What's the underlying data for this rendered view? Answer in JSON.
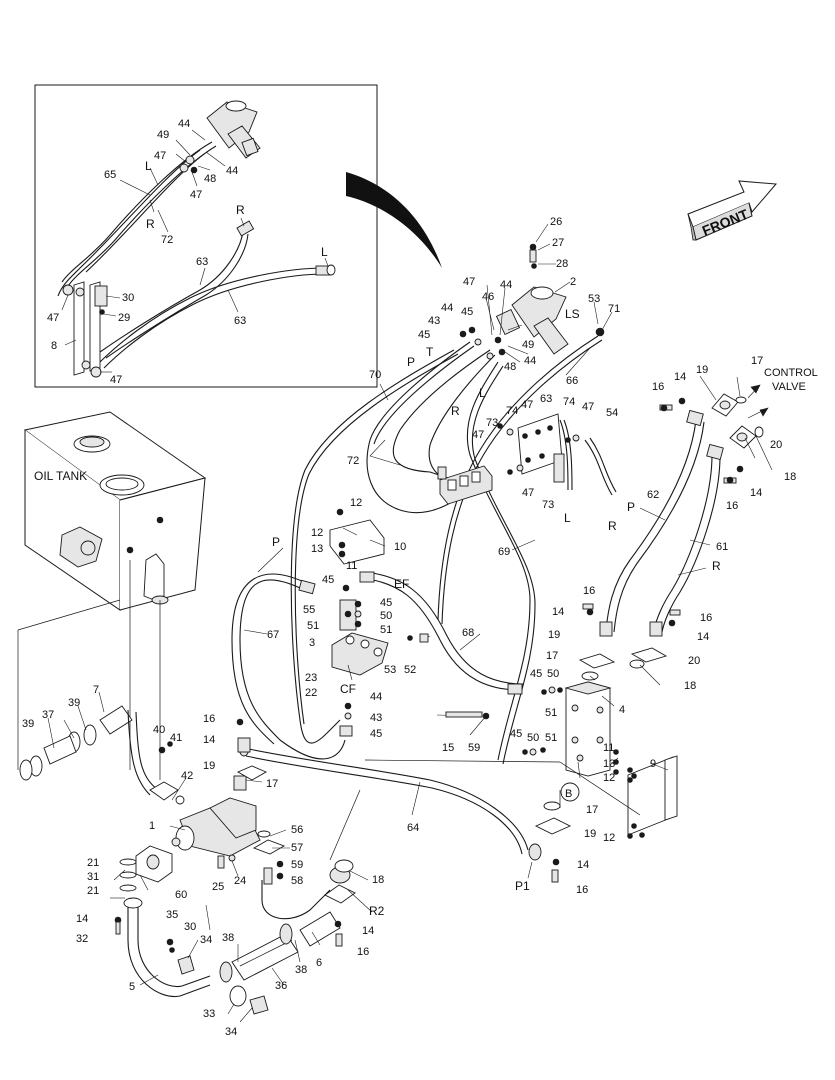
{
  "labels": {
    "front": "FRONT",
    "control_valve_line1": "CONTROL",
    "control_valve_line2": "VALVE",
    "oil_tank": "OIL TANK",
    "detail_b": "B",
    "port_l": "L",
    "port_r": "R",
    "port_p": "P",
    "port_t": "T",
    "port_ls": "LS",
    "port_ef": "EF",
    "port_cf": "CF",
    "port_p1": "P1",
    "port_r2": "R2"
  },
  "inset_callouts": {
    "n44a": "44",
    "n49": "49",
    "n47a": "47",
    "n48": "48",
    "n44b": "44",
    "n47b": "47",
    "n65": "65",
    "n72": "72",
    "n63a": "63",
    "n63b": "63",
    "n30": "30",
    "n29": "29",
    "n47c": "47",
    "n8": "8",
    "n47d": "47"
  },
  "callouts": {
    "c26": "26",
    "c27": "27",
    "c28": "28",
    "c2": "2",
    "c53a": "53",
    "c71": "71",
    "c47a": "47",
    "c44a": "44",
    "c46": "46",
    "c44b": "44",
    "c45a": "45",
    "c43a": "43",
    "c45b": "45",
    "c49": "49",
    "c48": "48",
    "c44c": "44",
    "c70": "70",
    "c66": "66",
    "c47b": "47",
    "c74a": "74",
    "c63": "63",
    "c74b": "74",
    "c47c": "47",
    "c54": "54",
    "c73a": "73",
    "c47d": "47",
    "c47e": "47",
    "c73b": "73",
    "c72": "72",
    "c17a": "17",
    "c19a": "19",
    "c16a": "16",
    "c14a": "14",
    "c20a": "20",
    "c18a": "18",
    "c14b": "14",
    "c16b": "16",
    "c62": "62",
    "c61": "61",
    "c69": "69",
    "c12a": "12",
    "c12b": "12",
    "c13a": "13",
    "c10": "10",
    "c11a": "11",
    "c45c": "45",
    "c55": "55",
    "c51a": "51",
    "c3": "3",
    "c45d": "45",
    "c50a": "50",
    "c51b": "51",
    "c53b": "53",
    "c52": "52",
    "c68": "68",
    "c67": "67",
    "c23": "23",
    "c22": "22",
    "c44d": "44",
    "c43b": "43",
    "c45e": "45",
    "c16c": "16",
    "c14c": "14",
    "c17b": "17",
    "c19b": "19",
    "c18b": "18",
    "c20b": "20",
    "c16d": "16",
    "c14d": "14",
    "c45f": "45",
    "c50b": "50",
    "c51c": "51",
    "c4": "4",
    "c15": "15",
    "c59a": "59",
    "c45g": "45",
    "c50c": "50",
    "c51d": "51",
    "c11b": "11",
    "c13b": "13",
    "c12c": "12",
    "c9": "9",
    "c17c": "17",
    "c19c": "19",
    "c12d": "12",
    "c64": "64",
    "c14e": "14",
    "c16e": "16",
    "c39a": "39",
    "c37": "37",
    "c39b": "39",
    "c7": "7",
    "c40": "40",
    "c41": "41",
    "c42": "42",
    "c16f": "16",
    "c14f": "14",
    "c19d": "19",
    "c17d": "17",
    "c1": "1",
    "c56": "56",
    "c57": "57",
    "c59b": "59",
    "c58": "58",
    "c24": "24",
    "c25": "25",
    "c21a": "21",
    "c31": "31",
    "c21b": "21",
    "c60": "60",
    "c14g": "14",
    "c32": "32",
    "c35": "35",
    "c30": "30",
    "c34a": "34",
    "c38": "38",
    "c5": "5",
    "c36": "36",
    "c38b": "38",
    "c6": "6",
    "c33": "33",
    "c34b": "34",
    "c18c": "18",
    "c14h": "14",
    "c16g": "16"
  }
}
